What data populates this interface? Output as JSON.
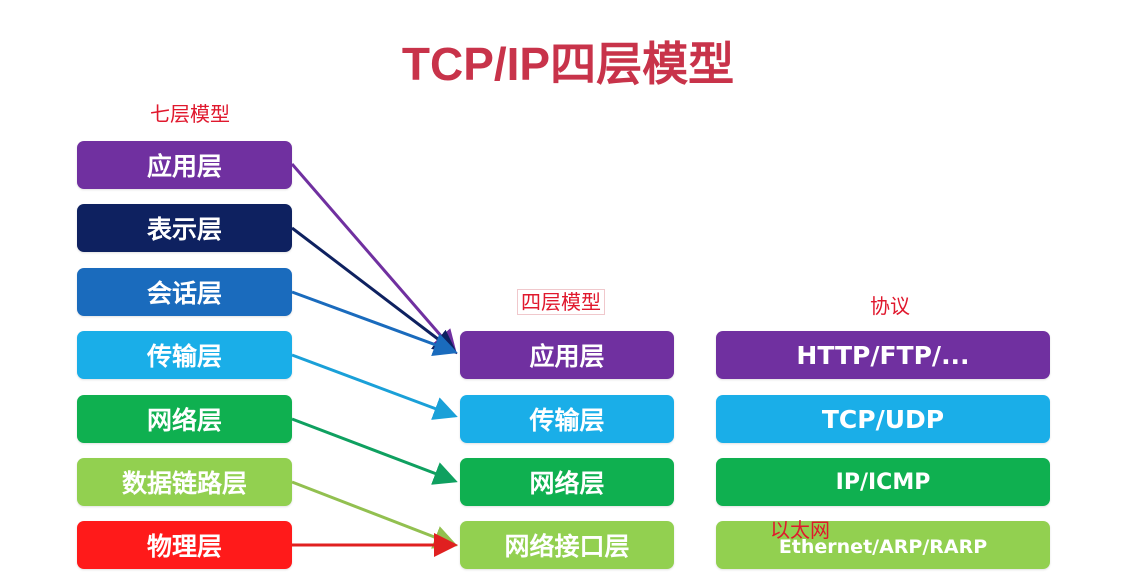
{
  "title": "TCP/IP四层模型",
  "seven_layer": {
    "label": "七层模型",
    "layers": [
      {
        "name": "应用层",
        "color": "#7030a0"
      },
      {
        "name": "表示层",
        "color": "#0e2160"
      },
      {
        "name": "会话层",
        "color": "#1a6bbd"
      },
      {
        "name": "传输层",
        "color": "#1aaee8"
      },
      {
        "name": "网络层",
        "color": "#0fb050"
      },
      {
        "name": "数据链路层",
        "color": "#92d050"
      },
      {
        "name": "物理层",
        "color": "#ff1a1a"
      }
    ]
  },
  "four_layer": {
    "label": "四层模型",
    "layers": [
      {
        "name": "应用层",
        "color": "#7030a0"
      },
      {
        "name": "传输层",
        "color": "#1aaee8"
      },
      {
        "name": "网络层",
        "color": "#0fb050"
      },
      {
        "name": "网络接口层",
        "color": "#92d050"
      }
    ]
  },
  "protocols": {
    "label": "协议",
    "items": [
      {
        "name": "HTTP/FTP/...",
        "color": "#7030a0"
      },
      {
        "name": "TCP/UDP",
        "color": "#1aaee8"
      },
      {
        "name": "IP/ICMP",
        "color": "#0fb050"
      },
      {
        "name": "Ethernet/ARP/RARP",
        "color": "#92d050"
      }
    ],
    "annotation": "以太网"
  },
  "mappings": [
    {
      "from": "应用层",
      "to": "应用层",
      "color": "#7030a0"
    },
    {
      "from": "表示层",
      "to": "应用层",
      "color": "#0e2160"
    },
    {
      "from": "会话层",
      "to": "应用层",
      "color": "#1a6bbd"
    },
    {
      "from": "传输层",
      "to": "传输层",
      "color": "#1aaee8"
    },
    {
      "from": "网络层",
      "to": "网络层",
      "color": "#0fa050"
    },
    {
      "from": "数据链路层",
      "to": "网络接口层",
      "color": "#92c050"
    },
    {
      "from": "物理层",
      "to": "网络接口层",
      "color": "#e02020"
    }
  ]
}
